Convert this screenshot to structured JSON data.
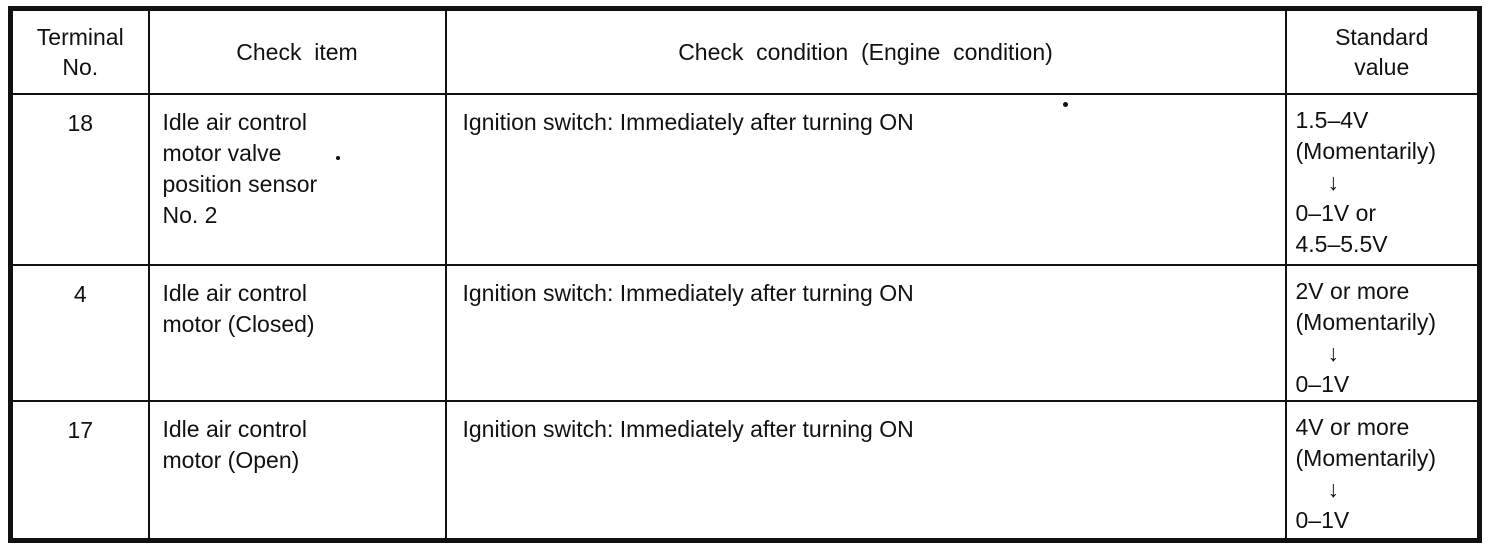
{
  "table": {
    "headers": {
      "terminal": "Terminal\nNo.",
      "check_item": "Check  item",
      "check_condition": "Check  condition  (Engine  condition)",
      "standard_value": "Standard\nvalue"
    },
    "rows": [
      {
        "terminal_no": "18",
        "check_item": "Idle air control\nmotor valve\nposition sensor\nNo. 2",
        "check_condition": "Ignition switch: Immediately after turning ON",
        "standard_value": "1.5–4V\n(Momentarily)\n     ↓\n0–1V or\n4.5–5.5V"
      },
      {
        "terminal_no": "4",
        "check_item": "Idle air control\nmotor (Closed)",
        "check_condition": "Ignition switch: Immediately after turning ON",
        "standard_value": "2V or more\n(Momentarily)\n     ↓\n0–1V"
      },
      {
        "terminal_no": "17",
        "check_item": "Idle air control\nmotor (Open)",
        "check_condition": "Ignition switch: Immediately after turning ON",
        "standard_value": "4V or more\n(Momentarily)\n     ↓\n0–1V"
      }
    ]
  },
  "colors": {
    "ink": "#111111",
    "background": "#ffffff"
  }
}
